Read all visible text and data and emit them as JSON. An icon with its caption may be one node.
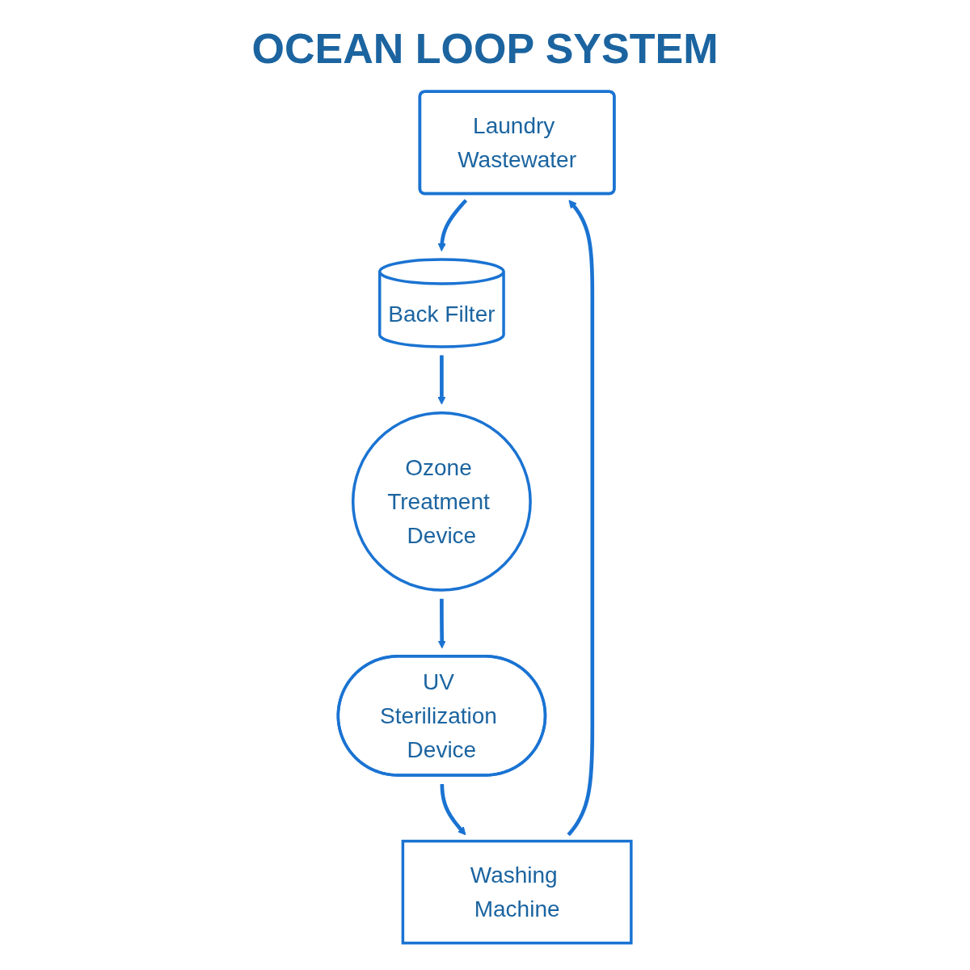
{
  "diagram": {
    "title": "OCEAN LOOP SYSTEM",
    "nodes": [
      {
        "text": [
          "Laundry Wastewater"
        ]
      },
      {
        "text": [
          "Back Filter"
        ]
      },
      {
        "text": [
          "Ozone Treatment Device"
        ]
      },
      {
        "text": [
          "UV Sterilization Device"
        ]
      },
      {
        "text": [
          "Washing Machine"
        ]
      }
    ],
    "edges": [
      {
        "from": 0,
        "to": 1,
        "arrow": "to"
      },
      {
        "from": 1,
        "to": 2,
        "arrow": "to"
      },
      {
        "from": 2,
        "to": 3,
        "arrow": "to"
      },
      {
        "from": 3,
        "to": 4,
        "arrow": "to"
      },
      {
        "from": 4,
        "to": 0,
        "arrow": "to"
      }
    ]
  }
}
